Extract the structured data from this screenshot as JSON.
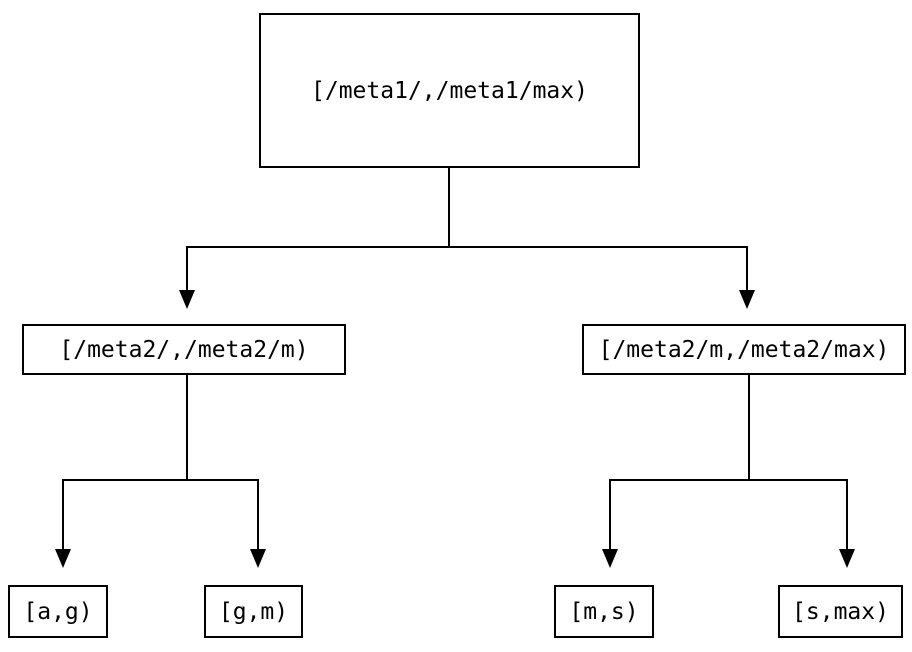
{
  "diagram": {
    "type": "tree",
    "background_color": "#ffffff",
    "line_color": "#000000",
    "nodes": {
      "root": {
        "label": "[/meta1/,/meta1/max)"
      },
      "left": {
        "label": "[/meta2/,/meta2/m)"
      },
      "right": {
        "label": "[/meta2/m,/meta2/max)"
      },
      "leaf_ag": {
        "label": "[a,g)"
      },
      "leaf_gm": {
        "label": "[g,m)"
      },
      "leaf_ms": {
        "label": "[m,s)"
      },
      "leaf_smax": {
        "label": "[s,max)"
      }
    },
    "edges": [
      {
        "from": "root",
        "to": "left"
      },
      {
        "from": "root",
        "to": "right"
      },
      {
        "from": "left",
        "to": "leaf_ag"
      },
      {
        "from": "left",
        "to": "leaf_gm"
      },
      {
        "from": "right",
        "to": "leaf_ms"
      },
      {
        "from": "right",
        "to": "leaf_smax"
      }
    ]
  }
}
